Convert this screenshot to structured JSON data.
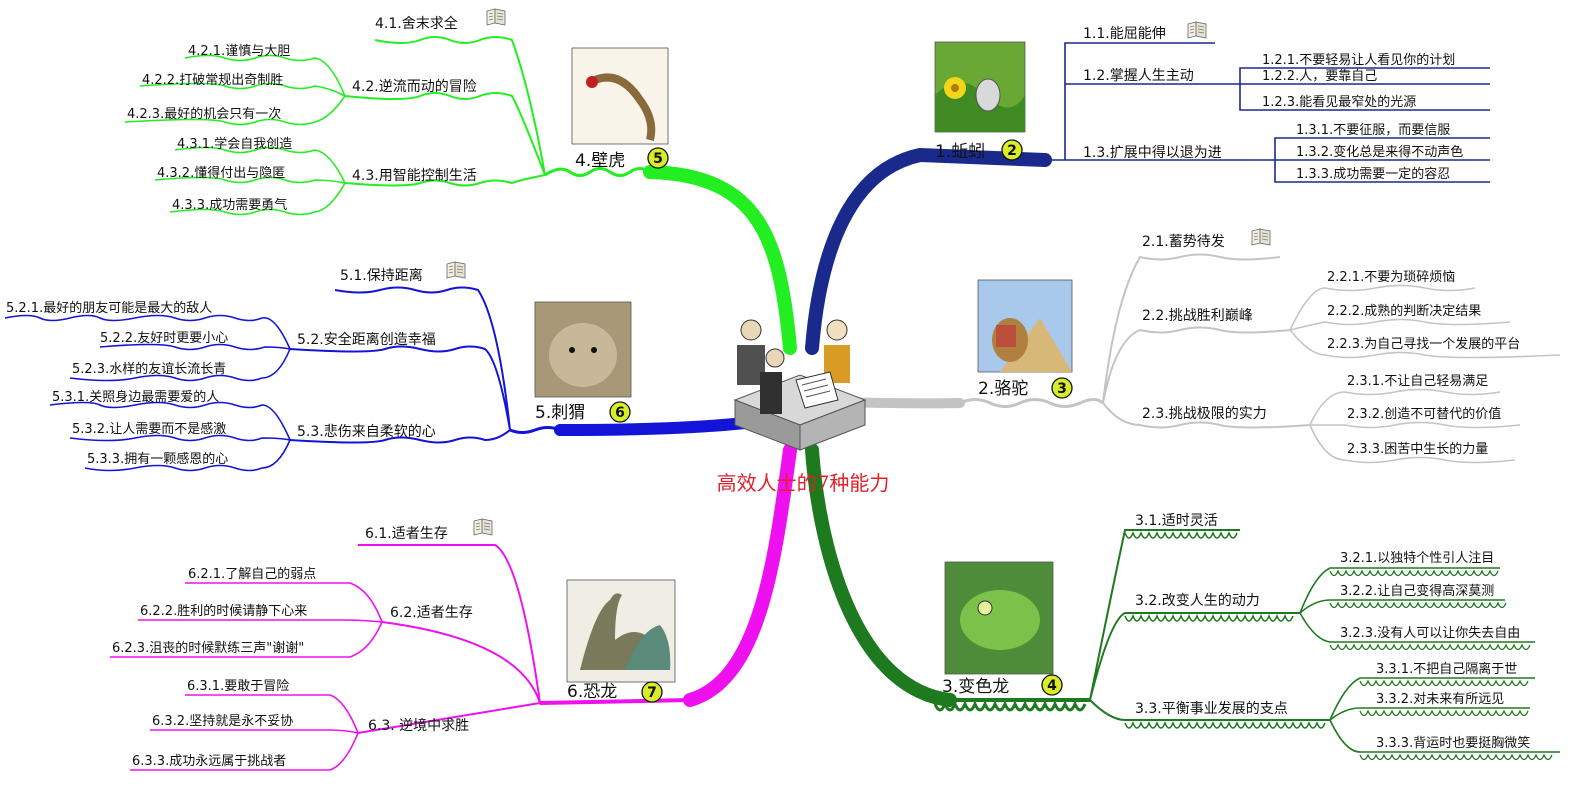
{
  "title": "高效人士的7种能力",
  "branches": [
    {
      "id": "b1",
      "label": "1.蚯蚓",
      "badge": "2",
      "color": "#1a2a8c",
      "subs": [
        {
          "label": "1.1.能屈能伸",
          "book": true,
          "children": []
        },
        {
          "label": "1.2.掌握人生主动",
          "children": [
            "1.2.1.不要轻易让人看见你的计划",
            "1.2.2.人，要靠自己",
            "1.2.3.能看见最窄处的光源"
          ]
        },
        {
          "label": "1.3.扩展中得以退为进",
          "children": [
            "1.3.1.不要征服，而要信服",
            "1.3.2.变化总是来得不动声色",
            "1.3.3.成功需要一定的容忍"
          ]
        }
      ]
    },
    {
      "id": "b2",
      "label": "2.骆驼",
      "badge": "3",
      "color": "#c4c4c4",
      "subs": [
        {
          "label": "2.1.蓄势待发",
          "book": true,
          "children": []
        },
        {
          "label": "2.2.挑战胜利巅峰",
          "children": [
            "2.2.1.不要为琐碎烦恼",
            "2.2.2.成熟的判断决定结果",
            "2.2.3.为自己寻找一个发展的平台"
          ]
        },
        {
          "label": "2.3.挑战极限的实力",
          "children": [
            "2.3.1.不让自己轻易满足",
            "2.3.2.创造不可替代的价值",
            "2.3.3.困苦中生长的力量"
          ]
        }
      ]
    },
    {
      "id": "b3",
      "label": "3.变色龙",
      "badge": "4",
      "color": "#1e7a1e",
      "subs": [
        {
          "label": "3.1.适时灵活",
          "children": []
        },
        {
          "label": "3.2.改变人生的动力",
          "children": [
            "3.2.1.以独特个性引人注目",
            "3.2.2.让自己变得高深莫测",
            "3.2.3.没有人可以让你失去自由"
          ]
        },
        {
          "label": "3.3.平衡事业发展的支点",
          "children": [
            "3.3.1.不把自己隔离于世",
            "3.3.2.对未来有所远见",
            "3.3.3.背运时也要挺胸微笑"
          ]
        }
      ]
    },
    {
      "id": "b4",
      "label": "4.壁虎",
      "badge": "5",
      "color": "#22ee22",
      "subs": [
        {
          "label": "4.1.舍末求全",
          "book": true,
          "children": []
        },
        {
          "label": "4.2.逆流而动的冒险",
          "children": [
            "4.2.1.谨慎与大胆",
            "4.2.2.打破常规出奇制胜",
            "4.2.3.最好的机会只有一次"
          ]
        },
        {
          "label": "4.3.用智能控制生活",
          "children": [
            "4.3.1.学会自我创造",
            "4.3.2.懂得付出与隐匿",
            "4.3.3.成功需要勇气"
          ]
        }
      ]
    },
    {
      "id": "b5",
      "label": "5.刺猬",
      "badge": "6",
      "color": "#1414d8",
      "subs": [
        {
          "label": "5.1.保持距离",
          "book": true,
          "children": []
        },
        {
          "label": "5.2.安全距离创造幸福",
          "children": [
            "5.2.1.最好的朋友可能是最大的敌人",
            "5.2.2.友好时更要小心",
            "5.2.3.水样的友谊长流长青"
          ]
        },
        {
          "label": "5.3.悲伤来自柔软的心",
          "children": [
            "5.3.1.关照身边最需要爱的人",
            "5.3.2.让人需要而不是感激",
            "5.3.3.拥有一颗感恩的心"
          ]
        }
      ]
    },
    {
      "id": "b6",
      "label": "6.恐龙",
      "badge": "7",
      "color": "#ee10ee",
      "subs": [
        {
          "label": "6.1.适者生存",
          "book": true,
          "children": []
        },
        {
          "label": "6.2.适者生存",
          "children": [
            "6.2.1.了解自己的弱点",
            "6.2.2.胜利的时候请静下心来",
            "6.2.3.沮丧的时候默练三声\"谢谢\""
          ]
        },
        {
          "label": "6.3. 逆境中求胜",
          "children": [
            "6.3.1.要敢于冒险",
            "6.3.2.坚持就是永不妥协",
            "6.3.3.成功永远属于挑战者"
          ]
        }
      ]
    }
  ]
}
